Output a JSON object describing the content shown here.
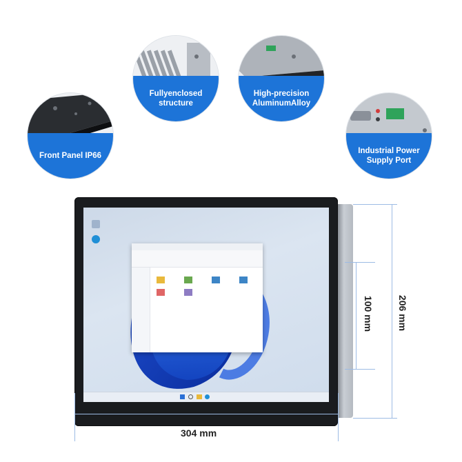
{
  "features": [
    {
      "id": "front-panel",
      "label": "Front Panel IP66"
    },
    {
      "id": "fully-enclosed",
      "label": "Fullyenclosed structure"
    },
    {
      "id": "aluminum-alloy",
      "label": "High-precision AluminumAlloy"
    },
    {
      "id": "power-port",
      "label": "Industrial Power Supply Port"
    }
  ],
  "dimensions": {
    "width": "304 mm",
    "height": "206 mm",
    "mount": "100 mm"
  },
  "colors": {
    "accent": "#1d74d8",
    "bezel": "#1a1c1f",
    "dimension_line": "#5a8fd4"
  }
}
